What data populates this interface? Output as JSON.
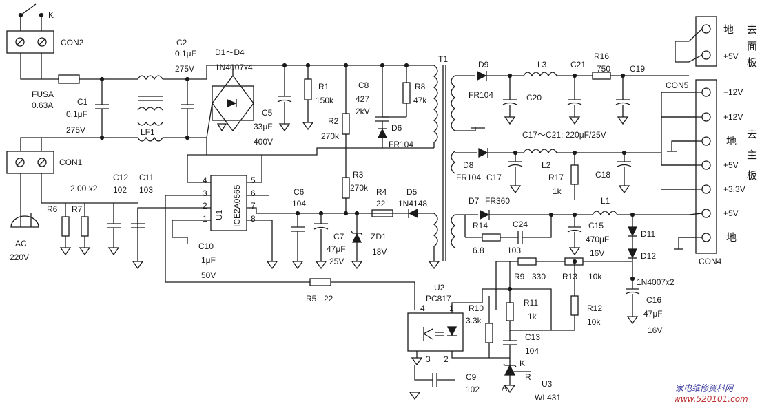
{
  "diagram": {
    "switch": "K",
    "connectors": {
      "con1": "CON1",
      "con2": "CON2",
      "con4": "CON4",
      "con5": "CON5"
    },
    "ac": {
      "label": "AC",
      "voltage": "220V"
    },
    "fuse": {
      "ref": "FUSA",
      "value": "0.63A"
    },
    "c1": {
      "ref": "C1",
      "value": "0.1μF",
      "rating": "275V"
    },
    "c2": {
      "ref": "C2",
      "value": "0.1μF",
      "rating": "275V"
    },
    "lf1": "LF1",
    "bridge": {
      "ref": "D1～D4",
      "value": "1N4007x4"
    },
    "c5": {
      "ref": "C5",
      "value": "33μF",
      "rating": "400V"
    },
    "r1": {
      "ref": "R1",
      "value": "150k"
    },
    "c8": {
      "ref": "C8",
      "value": "427",
      "rating": "2kV"
    },
    "r8": {
      "ref": "R8",
      "value": "47k"
    },
    "r2": {
      "ref": "R2",
      "value": "270k"
    },
    "d6": {
      "ref": "D6",
      "value": "FR104"
    },
    "r3": {
      "ref": "R3",
      "value": "270k"
    },
    "r4": {
      "ref": "R4",
      "value": "22"
    },
    "d5": {
      "ref": "D5",
      "value": "1N4148"
    },
    "u1": {
      "ref": "U1",
      "part": "ICE2A0565",
      "pins": [
        "4",
        "3",
        "2",
        "1",
        "5",
        "6",
        "7",
        "8"
      ]
    },
    "c6": {
      "ref": "C6",
      "value": "104"
    },
    "c7": {
      "ref": "C7",
      "value": "47μF",
      "rating": "25V"
    },
    "zd1": {
      "ref": "ZD1",
      "value": "18V"
    },
    "c10": {
      "ref": "C10",
      "value": "1μF",
      "rating": "50V"
    },
    "c12": {
      "ref": "C12",
      "value": "102"
    },
    "c11": {
      "ref": "C11",
      "value": "103"
    },
    "r6r7": {
      "ref_a": "R6",
      "ref_b": "R7",
      "value": "2.00 x2"
    },
    "r5": {
      "ref": "R5",
      "value": "22"
    },
    "t1": "T1",
    "d9": {
      "ref": "D9",
      "value": "FR104"
    },
    "l3": "L3",
    "c21": "C21",
    "r16": {
      "ref": "R16",
      "value": "750"
    },
    "c19": "C19",
    "c20": "C20",
    "c17c21": "C17～C21: 220μF/25V",
    "d8": {
      "ref": "D8",
      "value": "FR104"
    },
    "c17": "C17",
    "l2": "L2",
    "r17": {
      "ref": "R17",
      "value": "1k"
    },
    "c18": "C18",
    "d7": {
      "ref": "D7",
      "value": "FR360"
    },
    "l1": "L1",
    "r14": {
      "ref": "R14",
      "value": "6.8"
    },
    "c24": {
      "ref": "C24",
      "value": "103"
    },
    "c15": {
      "ref": "C15",
      "value": "470μF",
      "rating": "16V"
    },
    "d11": "D11",
    "d12": "D12",
    "d1112_value": "1N4007x2",
    "r9": {
      "ref": "R9",
      "value": "330"
    },
    "r13": {
      "ref": "R13",
      "value": "10k"
    },
    "c16": {
      "ref": "C16",
      "value": "47μF",
      "rating": "16V"
    },
    "u2": {
      "ref": "U2",
      "part": "PC817",
      "pins": [
        "4",
        "1",
        "3",
        "2"
      ]
    },
    "r10": {
      "ref": "R10",
      "value": "3.3k"
    },
    "r11": {
      "ref": "R11",
      "value": "1k"
    },
    "r12": {
      "ref": "R12",
      "value": "10k"
    },
    "c13": {
      "ref": "C13",
      "value": "104"
    },
    "c9": {
      "ref": "C9",
      "value": "102"
    },
    "u3": {
      "ref": "U3",
      "part": "WL431",
      "pin_k": "K",
      "pin_r": "R",
      "pin_a": "A"
    },
    "outputs_panel": {
      "gnd": "地",
      "v5": "+5V"
    },
    "outputs_main": {
      "m12": "−12V",
      "p12": "+12V",
      "gnd": "地",
      "p5a": "+5V",
      "p33": "+3.3V",
      "p5b": "+5V",
      "gnd2": "地"
    },
    "side_panel": [
      "去",
      "面",
      "板"
    ],
    "side_main": [
      "去",
      "主",
      "板"
    ],
    "watermark": {
      "cn": "家电维修资料网",
      "url": "www.520101.com"
    }
  }
}
